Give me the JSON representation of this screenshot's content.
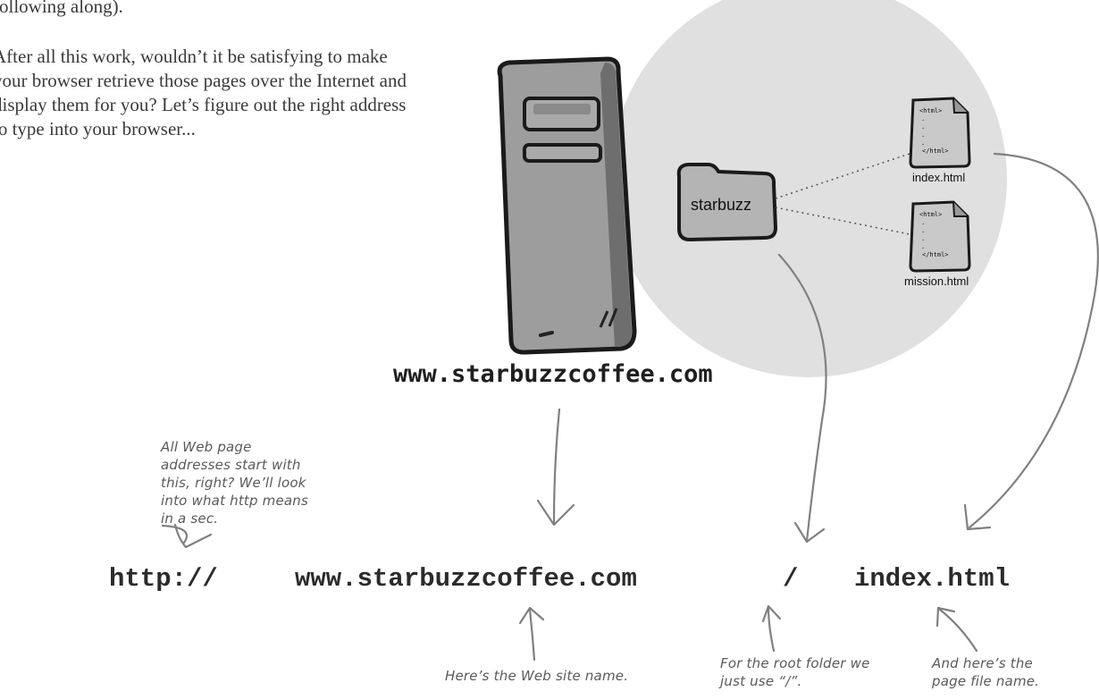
{
  "text": {
    "line1": "following along).",
    "paragraph": "After all this work, wouldn’t it be satisfying to make your browser retrieve those pages over the Internet and display them for you? Let’s figure out the right address to type into your browser..."
  },
  "diagram": {
    "server_label": "www.starbuzzcoffee.com",
    "folder_label": "starbuzz",
    "files": [
      {
        "name": "index.html",
        "open_tag": "<html>",
        "close_tag": "</html>"
      },
      {
        "name": "mission.html",
        "open_tag": "<html>",
        "close_tag": "</html>"
      }
    ]
  },
  "url_parts": {
    "protocol": "http://",
    "site": "www.starbuzzcoffee.com",
    "slash": "/",
    "file": "index.html"
  },
  "notes": {
    "protocol_note": "All Web page addresses start with this, right? We’ll look into what http means in a sec.",
    "site_note": "Here’s the Web site name.",
    "root_note": "For the root folder we just use “/”.",
    "file_note": "And here’s the page file name."
  },
  "colors": {
    "circle": "#e0e0e0",
    "server": "#9a9a9a",
    "folder": "#b8b8b8",
    "arrow": "#808080"
  }
}
